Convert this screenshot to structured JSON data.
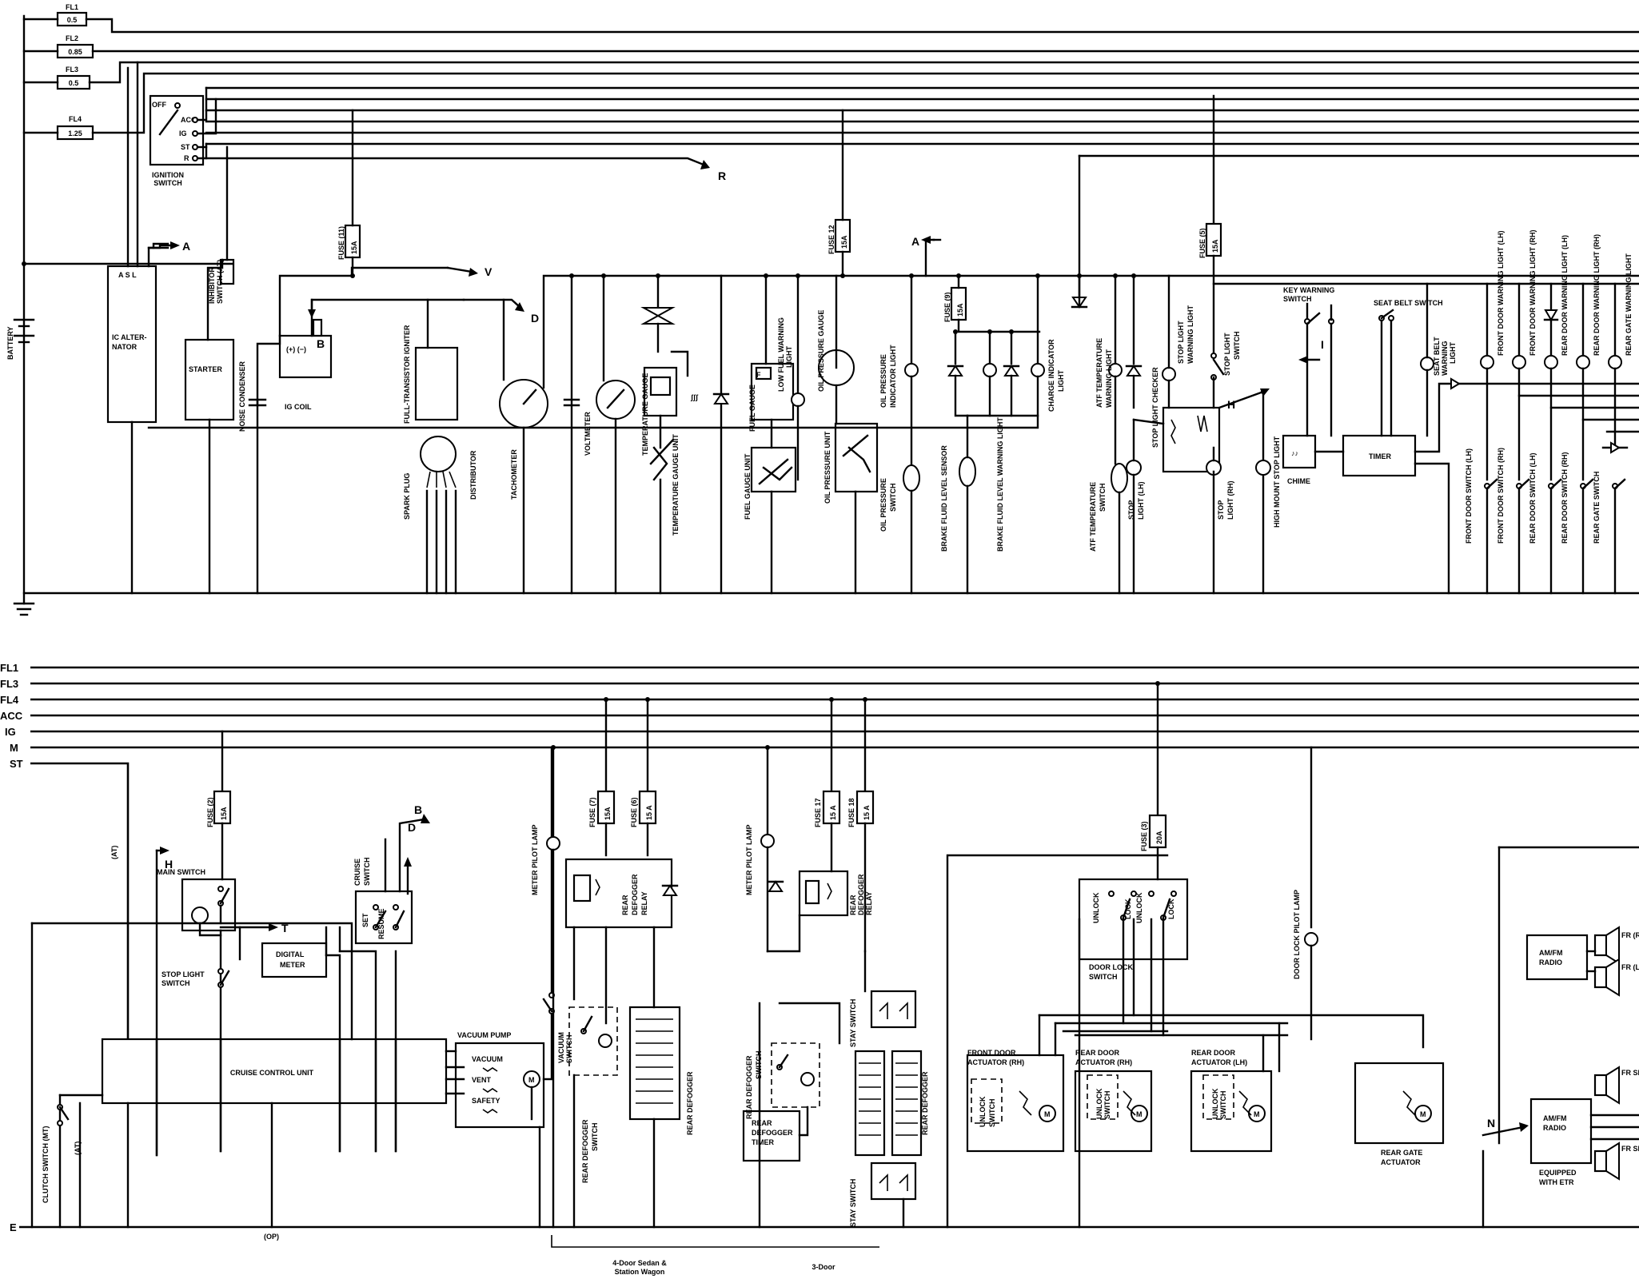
{
  "top_fusible_links": [
    {
      "name": "FL1",
      "rating": "0.5"
    },
    {
      "name": "FL2",
      "rating": "0.85"
    },
    {
      "name": "FL3",
      "rating": "0.5"
    },
    {
      "name": "FL4",
      "rating": "1.25"
    }
  ],
  "ignition": {
    "title": "IGNITION SWITCH",
    "positions": [
      "OFF",
      "ACC",
      "IG",
      "ST",
      "R"
    ]
  },
  "refs": {
    "R": "R",
    "A": "A",
    "V": "V",
    "D": "D",
    "B": "B",
    "H": "H",
    "I": "I",
    "T": "T",
    "N": "N"
  },
  "top_labels": {
    "battery": "BATTERY",
    "alternator_pins": "A S L",
    "alternator": "IC ALTER-NATOR",
    "starter": "STARTER",
    "inhibitor": "INHIBITOR SWITCH (AT)",
    "noise_condenser": "NOISE CONDENSER",
    "ig_coil": "IG COIL",
    "igniter": "FULL-TRANSISTOR IGNITER",
    "distributor": "DISTRIBUTOR",
    "spark_plug": "SPARK PLUG",
    "tachometer": "TACHOMETER",
    "voltmeter": "VOLTMETER",
    "temp_gauge": "TEMPERATURE GAUGE",
    "temp_gauge_unit": "TEMPERATURE GAUGE UNIT",
    "fuel_gauge": "FUEL GAUGE",
    "fuel_gauge_unit": "FUEL GAUGE UNIT",
    "low_fuel": "LOW FUEL WARNING LIGHT",
    "oil_gauge": "OIL PRESSURE GAUGE",
    "oil_unit": "OIL PRESSURE UNIT",
    "oil_ind": "OIL PRESSURE INDICATOR LIGHT",
    "oil_switch": "OIL PRESSURE SWITCH",
    "brake_sensor": "BRAKE FLUID LEVEL SENSOR",
    "brake_light": "BRAKE FLUID LEVEL WARNING LIGHT",
    "charge": "CHARGE INDICATOR LIGHT",
    "atf_light": "ATF TEMPERATURE WARNING LIGHT",
    "atf_switch": "ATF TEMPERATURE SWITCH",
    "stop_lh": "STOP LIGHT (LH)",
    "stop_checker": "STOP LIGHT CHECKER",
    "stop_warning": "STOP LIGHT WARNING LIGHT",
    "stop_switch": "STOP LIGHT SWITCH",
    "stop_rh": "STOP LIGHT (RH)",
    "high_mount": "HIGH MOUNT STOP LIGHT",
    "key_warning": "KEY WARNING SWITCH",
    "chime": "CHIME",
    "seat_belt": "SEAT BELT SWITCH",
    "timer": "TIMER",
    "seat_belt_light": "SEAT BELT WARNING LIGHT",
    "fd_light_lh": "FRONT DOOR WARNING LIGHT (LH)",
    "fd_light_rh": "FRONT DOOR WARNING LIGHT (RH)",
    "rd_light_lh": "REAR DOOR WARNING LIGHT (LH)",
    "rd_light_rh": "REAR DOOR WARNING LIGHT (RH)",
    "rg_light": "REAR GATE WARNING LIGHT",
    "fd_sw_lh": "FRONT DOOR SWITCH (LH)",
    "fd_sw_rh": "FRONT DOOR SWITCH (RH)",
    "rd_sw_lh": "REAR DOOR SWITCH (LH)",
    "rd_sw_rh": "REAR DOOR SWITCH (RH)",
    "rg_sw": "REAR GATE SWITCH"
  },
  "top_fuses": [
    {
      "name": "FUSE (11)",
      "rating": "15A"
    },
    {
      "name": "FUSE 12",
      "rating": "15A"
    },
    {
      "name": "FUSE (9)",
      "rating": "15A"
    },
    {
      "name": "FUSE (5)",
      "rating": "15A"
    }
  ],
  "bus_labels": [
    "FL1",
    "FL3",
    "FL4",
    "ACC",
    "IG",
    "M",
    "ST",
    "E"
  ],
  "bottom_fuses": [
    {
      "name": "FUSE (2)",
      "rating": "15A"
    },
    {
      "name": "FUSE (7)",
      "rating": "15A"
    },
    {
      "name": "FUSE (6)",
      "rating": "15 A"
    },
    {
      "name": "FUSE 17",
      "rating": "15 A"
    },
    {
      "name": "FUSE 18",
      "rating": "15 A"
    },
    {
      "name": "FUSE (3)",
      "rating": "20A"
    }
  ],
  "bottom_labels": {
    "at": "(AT)",
    "main_switch": "MAIN SWITCH",
    "stop_light_switch": "STOP LIGHT SWITCH",
    "digital_meter": "DIGITAL METER",
    "cruise_switch": "CRUISE SWITCH",
    "set": "SET",
    "resume": "RESUME",
    "cruise_unit": "CRUISE CONTROL UNIT",
    "vacuum_pump": "VACUUM PUMP",
    "vacuum": "VACUUM",
    "vent": "VENT",
    "safety": "SAFETY",
    "vacuum_switch": "VACUUM SWITCH",
    "clutch": "CLUTCH SWITCH (MT)",
    "op": "(OP)",
    "meter_pilot": "METER PILOT LAMP",
    "defog_relay": "REAR DEFOGGER RELAY",
    "defog_switch": "REAR DEFOGGER SWITCH",
    "defog": "REAR DEFOGGER",
    "defog_timer": "REAR DEFOGGER TIMER",
    "stay_switch": "STAY SWITCH",
    "sedan": "4-Door Sedan & Station Wagon",
    "three_door": "3-Door",
    "door_lock_switch": "DOOR LOCK SWITCH",
    "unlock": "UNLOCK",
    "lock": "LOCK",
    "door_lock_pilot": "DOOR LOCK PILOT LAMP",
    "fd_actuator": "FRONT DOOR ACTUATOR (RH)",
    "rd_actuator_rh": "REAR DOOR ACTUATOR (RH)",
    "rd_actuator_lh": "REAR DOOR ACTUATOR (LH)",
    "rg_actuator": "REAR GATE ACTUATOR",
    "unlock_switch": "UNLOCK SWITCH",
    "radio": "AM/FM RADIO",
    "radio_etr": "EQUIPPED WITH ETR",
    "fr_rh": "FR (RH",
    "fr_lh": "FR (LH",
    "fr_sp_rh": "FR SPE (RH",
    "fr_sp_lh": "FR SPE (LH"
  }
}
